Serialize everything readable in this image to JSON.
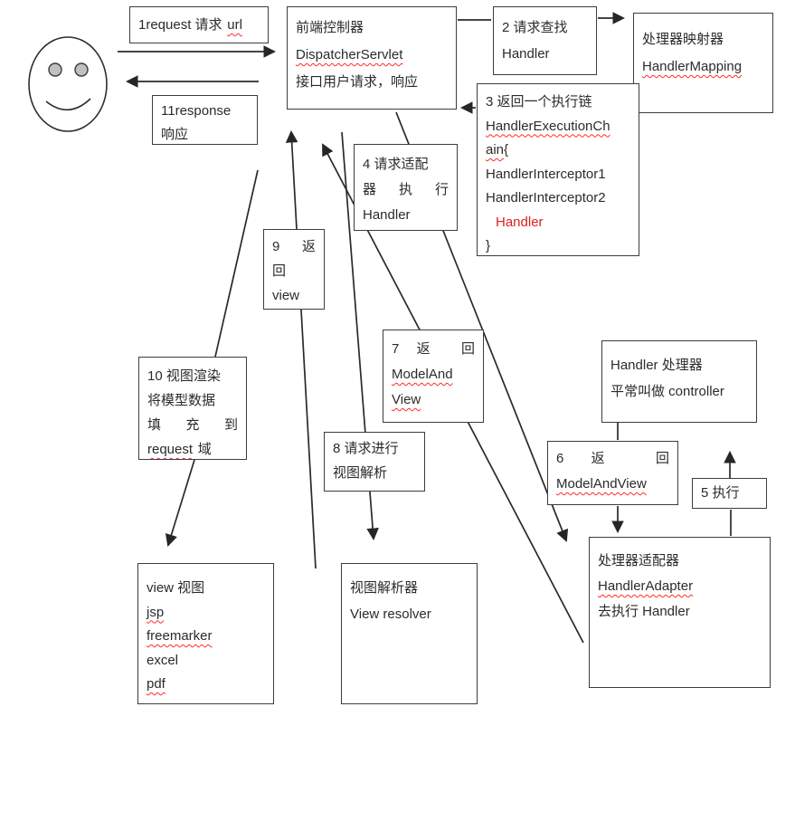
{
  "palette": {
    "ink": "#2b2b2b",
    "line": "#2a2a2a",
    "box_border": "#3d3d3d",
    "red_text": "#e0201c",
    "squiggle_red": "#ff2a2a",
    "background": "#ffffff"
  },
  "actor": {
    "icon": "smiley-face-icon"
  },
  "boxes": {
    "request": {
      "prefix": "1request 请求",
      "url": "url"
    },
    "dispatcher": {
      "l1": "前端控制器",
      "l2": "DispatcherServlet",
      "l3": "接口用户请求，响应"
    },
    "find_handler": {
      "l1": "2 请求查找",
      "l2": "Handler"
    },
    "handler_mapping": {
      "l1": "处理器映射器",
      "l2": "HandlerMapping"
    },
    "response": {
      "l1": "11response",
      "l2": "响应"
    },
    "execution_chain": {
      "l1": "3 返回一个执行链",
      "l2": "HandlerExecutionCh",
      "l3a": "ain",
      "l3b": "{",
      "l4": "HandlerInterceptor1",
      "l5": "HandlerInterceptor2",
      "l6": "Handler",
      "l7": "}"
    },
    "adapter_exec": {
      "l1": "4 请求适配",
      "l2": "器 执 行",
      "l3": "Handler"
    },
    "return_view9": {
      "l1": "9 返",
      "l2": "回",
      "l3": "view"
    },
    "return_mav7": {
      "l1": "7 返 回",
      "l2": "ModelAnd",
      "l3": "View"
    },
    "handler": {
      "l1": "Handler 处理器",
      "l2": "平常叫做 controller"
    },
    "render10": {
      "l1": "10 视图渲染",
      "l2": "将模型数据",
      "l3": "填 充 到",
      "l4_word": "request",
      "l4_rest": "域"
    },
    "view_req8": {
      "l1": "8 请求进行",
      "l2": "视图解析"
    },
    "return_mav6": {
      "l1": "6 返 回",
      "l2": "ModelAndView"
    },
    "exec5": {
      "l1": "5 执行"
    },
    "view": {
      "l1": "view 视图",
      "l2": "jsp",
      "l3": "freemarker",
      "l4": "excel",
      "l5": "pdf"
    },
    "view_resolver": {
      "l1": "视图解析器",
      "l2": "View resolver"
    },
    "handler_adapter": {
      "l1": "处理器适配器",
      "l2": "HandlerAdapter",
      "l3": "去执行 Handler"
    }
  }
}
